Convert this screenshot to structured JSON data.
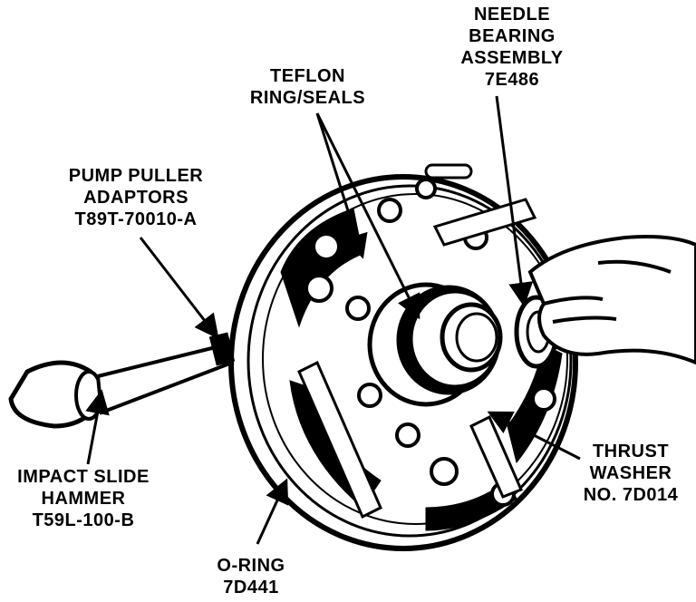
{
  "colors": {
    "ink": "#000000",
    "paper": "#ffffff"
  },
  "labels": {
    "needle_bearing": {
      "line1": "NEEDLE",
      "line2": "BEARING",
      "line3": "ASSEMBLY",
      "line4": "7E486"
    },
    "teflon": {
      "line1": "TEFLON",
      "line2": "RING/SEALS"
    },
    "pump_puller": {
      "line1": "PUMP PULLER",
      "line2": "ADAPTORS",
      "line3": "T89T-70010-A"
    },
    "impact_slide": {
      "line1": "IMPACT SLIDE",
      "line2": "HAMMER",
      "line3": "T59L-100-B"
    },
    "thrust_washer": {
      "line1": "THRUST",
      "line2": "WASHER",
      "line3": "NO. 7D014"
    },
    "o_ring": {
      "line1": "O-RING",
      "line2": "7D441"
    }
  }
}
